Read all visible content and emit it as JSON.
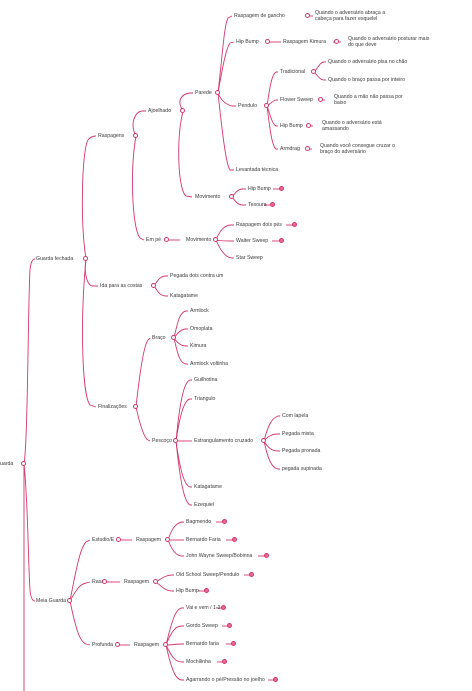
{
  "colors": {
    "line": "#d4376c",
    "text": "#3a3a3a",
    "background": "#ffffff"
  },
  "root": "uarda",
  "nodes": {
    "guarda_fechada": "Guarda fechada",
    "raspagens": "Raspagens",
    "ajoelhado": "Ajoelhado",
    "parede": "Parede",
    "raspagem_gancho": "Raspagem de gancho",
    "raspagem_gancho_note": "Quando o adversário abraça a cabeça para fazer esquelel",
    "hip_bump_a": "Hip Bump",
    "raspagem_kimura": "Raspagem Kimura",
    "raspagem_kimura_note": "Quando o adversário posturar mais do que deve",
    "pendulo": "Pendulo",
    "tradicional": "Tradicional",
    "tradicional_note1": "Quando o adversário pisa no chão",
    "tradicional_note2": "Quando o braço passa por inteiro",
    "flower_sweep": "Flower Sweep",
    "flower_sweep_note": "Quando a mão não passa por baixo",
    "hip_bump_b": "Hip Bump",
    "hip_bump_b_note": "Quando o adversário está amassando",
    "armdrag": "Armdrag",
    "armdrag_note": "Quando você consegue cruzar o braço do adversário",
    "levantada_tecnica": "Levantada técnica",
    "movimento_a": "Movimento",
    "hip_bump_c": "Hip Bump",
    "tesoura": "Tesoura",
    "em_pe": "Em pé",
    "movimento_b": "Movimento",
    "raspagem_dois_pes": "Raspagem dois pés",
    "waiter_sweep": "Waiter Sweep",
    "star_sweep": "Star Sweep",
    "ida_costas": "Ida para as costas",
    "pegada_dois_contra_um": "Pegada dois contra um",
    "katagatame_a": "Katagatame",
    "finalizacoes": "Finalizações",
    "braco": "Braço",
    "armlock": "Armlock",
    "omoplata": "Omoplata",
    "kimura": "Kimura",
    "armlock_voltinha": "Armlock voltinha",
    "pescoco": "Pescoço",
    "guilhotina": "Guilhotina",
    "triangulo": "Triangulo",
    "estrangulamento_cruzado": "Estrangulamento cruzado",
    "com_lapela": "Com lapela",
    "pegada_mista": "Pegada mista",
    "pegada_pronada": "Pegada pronada",
    "pegada_supinada": "pegada supinada",
    "katagatame_b": "Katagatame",
    "ezequiel": "Ezequiel",
    "meia_guarda": "Meia Guarda",
    "estudio_e": "Estudio/E",
    "raspagem_e": "Raspagem",
    "bagmendo": "Bagmendo",
    "bernardo_faria_a": "Bernardo Faria",
    "john_wayne": "John Wayne Sweep/Bobinna",
    "rasa": "Rasa",
    "raspagem_rasa": "Raspagem",
    "old_school": "Old School Sweep/Pendulo",
    "hip_bump_d": "Hip Bump",
    "profunda": "Profunda",
    "raspagem_profunda": "Raspagem",
    "vai_e_vem": "Vai e vem / 1-2",
    "gordo_sweep": "Gordo Sweep",
    "bernardo_faria_b": "Bernardo faria",
    "mochilinha": "Mochilinha",
    "agarrando_pe": "Agarrando o pé/Pressão no joelho"
  }
}
